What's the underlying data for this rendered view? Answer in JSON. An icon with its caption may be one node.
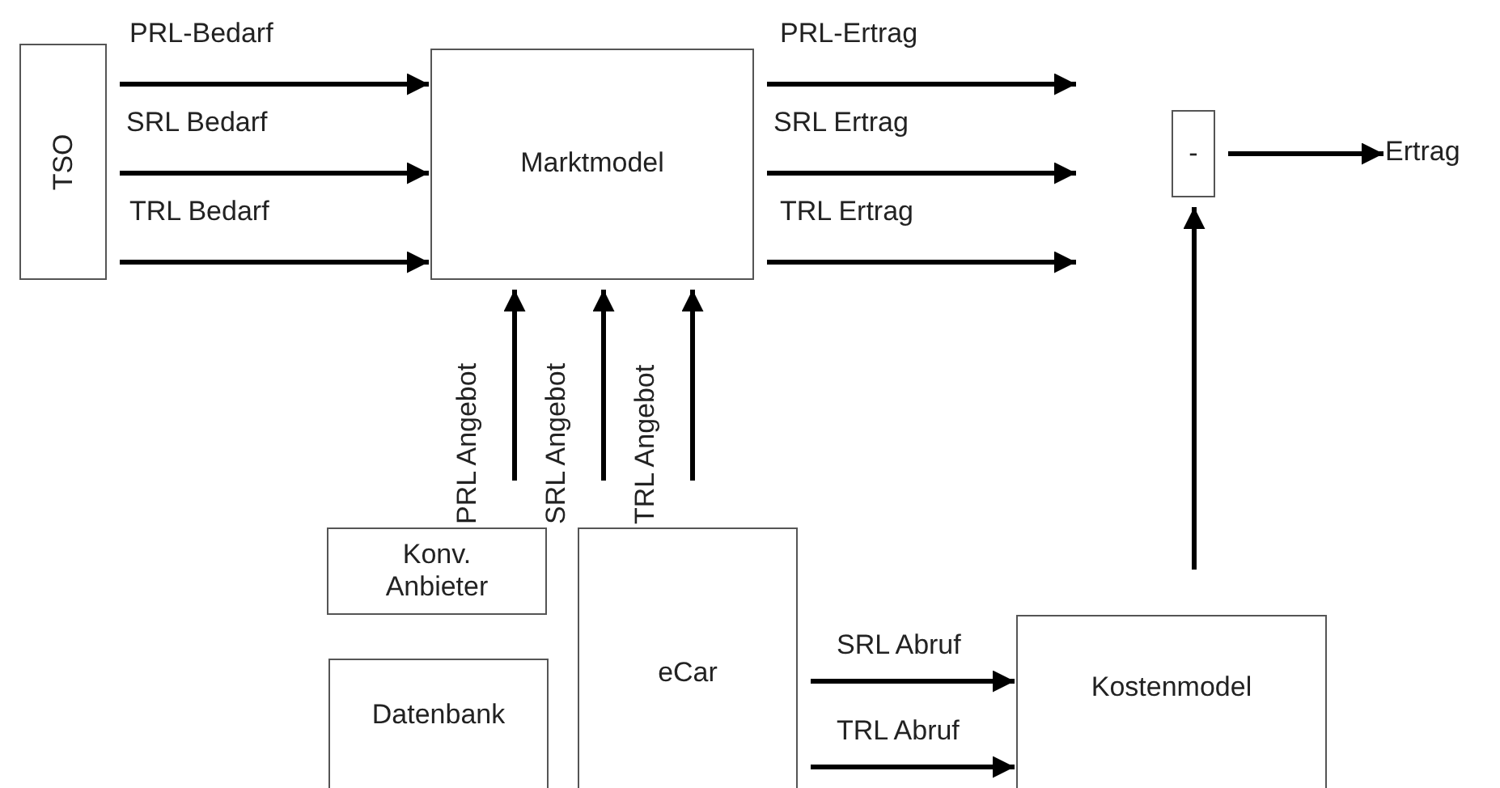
{
  "diagram": {
    "nodes": [
      {
        "text": [
          "TSO"
        ]
      },
      {
        "text": [
          "Marktmodel"
        ]
      },
      {
        "text": [
          "-"
        ]
      },
      {
        "text": [
          "Ertrag"
        ]
      },
      {
        "text": [
          "Konv. Anbieter"
        ]
      },
      {
        "text": [
          "eCar"
        ]
      },
      {
        "text": [
          "Datenbank"
        ]
      },
      {
        "text": [
          "Kostenmodel"
        ]
      }
    ],
    "edges": [
      {
        "from": 0,
        "to": 1,
        "arrow": "to",
        "label": "PRL-Bedarf"
      },
      {
        "from": 0,
        "to": 1,
        "arrow": "to",
        "label": "SRL Bedarf"
      },
      {
        "from": 0,
        "to": 1,
        "arrow": "to",
        "label": "TRL Bedarf"
      },
      {
        "from": 1,
        "to": null,
        "arrow": "to",
        "label": "PRL-Ertrag"
      },
      {
        "from": 1,
        "to": null,
        "arrow": "to",
        "label": "SRL Ertrag"
      },
      {
        "from": 1,
        "to": null,
        "arrow": "to",
        "label": "TRL Ertrag"
      },
      {
        "from": null,
        "to": 1,
        "arrow": "to",
        "label": "PRL Angebot"
      },
      {
        "from": null,
        "to": 1,
        "arrow": "to",
        "label": "SRL Angebot"
      },
      {
        "from": null,
        "to": 1,
        "arrow": "to",
        "label": "TRL Angebot"
      },
      {
        "from": 2,
        "to": 3,
        "arrow": "to"
      },
      {
        "from": 7,
        "to": 2,
        "arrow": "to"
      },
      {
        "from": 5,
        "to": 7,
        "arrow": "to",
        "label": "SRL Abruf"
      },
      {
        "from": 5,
        "to": 7,
        "arrow": "to",
        "label": "TRL Abruf"
      }
    ]
  }
}
